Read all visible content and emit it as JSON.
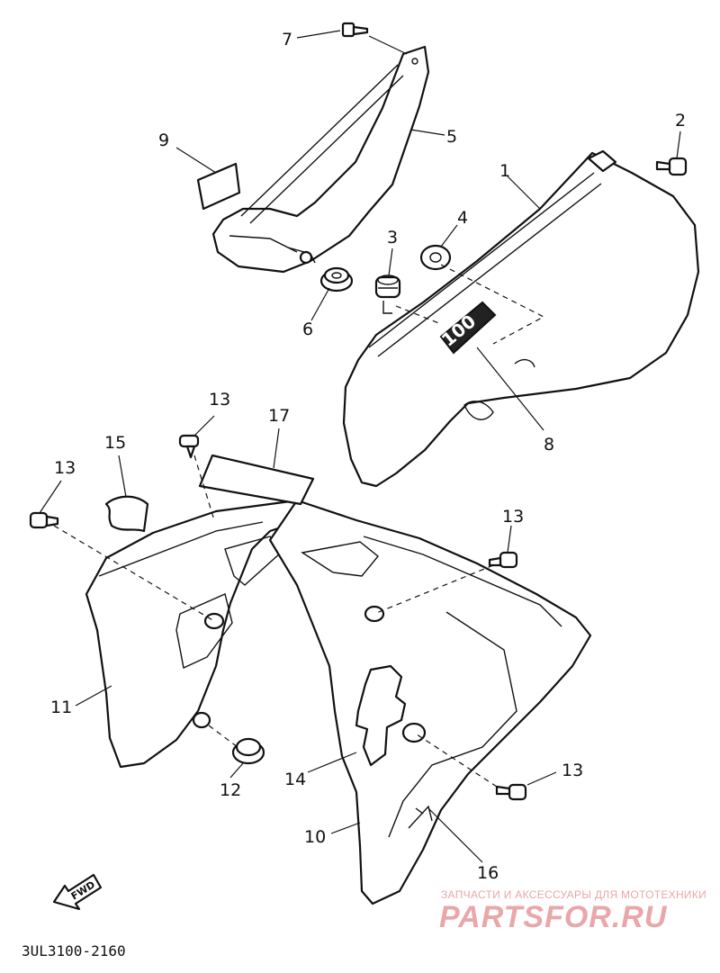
{
  "callouts": [
    {
      "id": "c1",
      "label": "1"
    },
    {
      "id": "c2",
      "label": "2"
    },
    {
      "id": "c3",
      "label": "3"
    },
    {
      "id": "c4",
      "label": "4"
    },
    {
      "id": "c5",
      "label": "5"
    },
    {
      "id": "c6",
      "label": "6"
    },
    {
      "id": "c7",
      "label": "7"
    },
    {
      "id": "c8",
      "label": "8"
    },
    {
      "id": "c9",
      "label": "9"
    },
    {
      "id": "c10",
      "label": "10"
    },
    {
      "id": "c11",
      "label": "11"
    },
    {
      "id": "c12",
      "label": "12"
    },
    {
      "id": "c13a",
      "label": "13"
    },
    {
      "id": "c13b",
      "label": "13"
    },
    {
      "id": "c13c",
      "label": "13"
    },
    {
      "id": "c13d",
      "label": "13"
    },
    {
      "id": "c14",
      "label": "14"
    },
    {
      "id": "c15",
      "label": "15"
    },
    {
      "id": "c16",
      "label": "16"
    },
    {
      "id": "c17",
      "label": "17"
    }
  ],
  "emblem_text": "100",
  "fwd_label": "FWD",
  "diagram_code": "3UL3100-2160",
  "watermark": {
    "tagline": "ЗАПЧАСТИ И АКСЕССУАРЫ ДЛЯ МОТОТЕХНИКИ",
    "brand": "PARTSFOR.RU",
    "color": "#e9a7a9"
  }
}
